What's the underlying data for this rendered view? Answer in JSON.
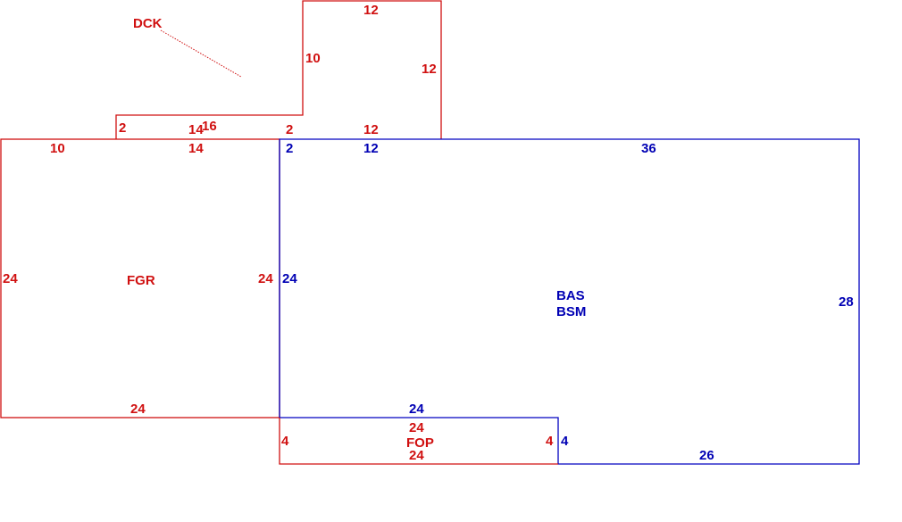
{
  "colors": {
    "red": "#d01010",
    "blue": "#0000b4"
  },
  "areas": {
    "dck": "DCK",
    "fgr": "FGR",
    "bas": "BAS",
    "bsm": "BSM",
    "fop": "FOP"
  },
  "dimensions": {
    "dck_top": "12",
    "dck_left_upper": "10",
    "dck_right": "12",
    "dck_step_left": "2",
    "dck_step_14": "14",
    "dck_step_16": "16",
    "dck_inner_2": "2",
    "dck_bottom_12": "12",
    "fgr_top_10": "10",
    "fgr_top_14": "14",
    "fgr_left": "24",
    "fgr_right": "24",
    "fgr_bottom": "24",
    "bas_top_2": "2",
    "bas_top_12": "12",
    "bas_top_36": "36",
    "bas_left": "24",
    "bas_right": "28",
    "bas_bottom_24": "24",
    "bas_step_4": "4",
    "bas_bottom_26": "26",
    "fop_top": "24",
    "fop_left": "4",
    "fop_right": "4",
    "fop_bottom": "24"
  }
}
